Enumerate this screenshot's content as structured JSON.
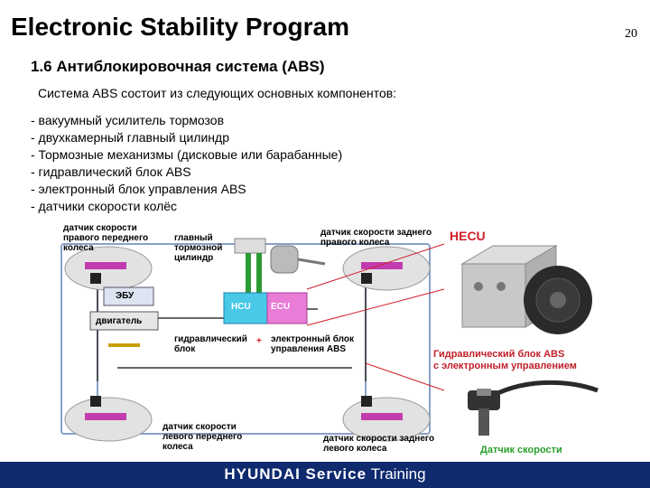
{
  "header": {
    "title": "Electronic Stability Program",
    "page_number": "20"
  },
  "content": {
    "section_title": "1.6 Антиблокировочная система (ABS)",
    "intro": "Система ABS состоит из следующих основных компонентов:",
    "components": [
      "- вакуумный усилитель тормозов",
      "- двухкамерный главный цилиндр",
      "- Тормозные механизмы (дисковые или барабанные)",
      "- гидравлический блок ABS",
      "- электронный блок управления ABS",
      "- датчики скорости колёс"
    ]
  },
  "diagram": {
    "label_fr_sensor": "датчик скорости\nправого переднего\nколеса",
    "label_master_cyl": "главный\nтормозной\nцилиндр",
    "label_rr_sensor": "датчик скорости заднего\nправого колеса",
    "label_ecu_box": "ЭБУ",
    "label_engine": "двигатель",
    "label_hcu_box": "HCU",
    "label_ecu_box2": "ECU",
    "label_hydraulic_unit": "гидравлический\nблок",
    "label_plus": "+",
    "label_ecu_abs": "электронный блок\nуправления ABS",
    "label_fl_sensor": "датчик скорости\nлевого переднего\nколеса",
    "label_rl_sensor": "датчик скорости заднего\nлевого колеса"
  },
  "photos": {
    "hecu_label": "HECU",
    "hecu_caption": "Гидравлический блок ABS\nс электронным управлением",
    "sensor_caption": "Датчик скорости"
  },
  "footer": {
    "brand": "HYUNDAI Service",
    "training": "Training"
  },
  "colors": {
    "footer_bg": "#0f2a6e",
    "hecu_red": "#d0202a",
    "caption_green": "#2aa02a",
    "hcu_cyan": "#49c8e8",
    "ecu_pink": "#e87cd6"
  }
}
